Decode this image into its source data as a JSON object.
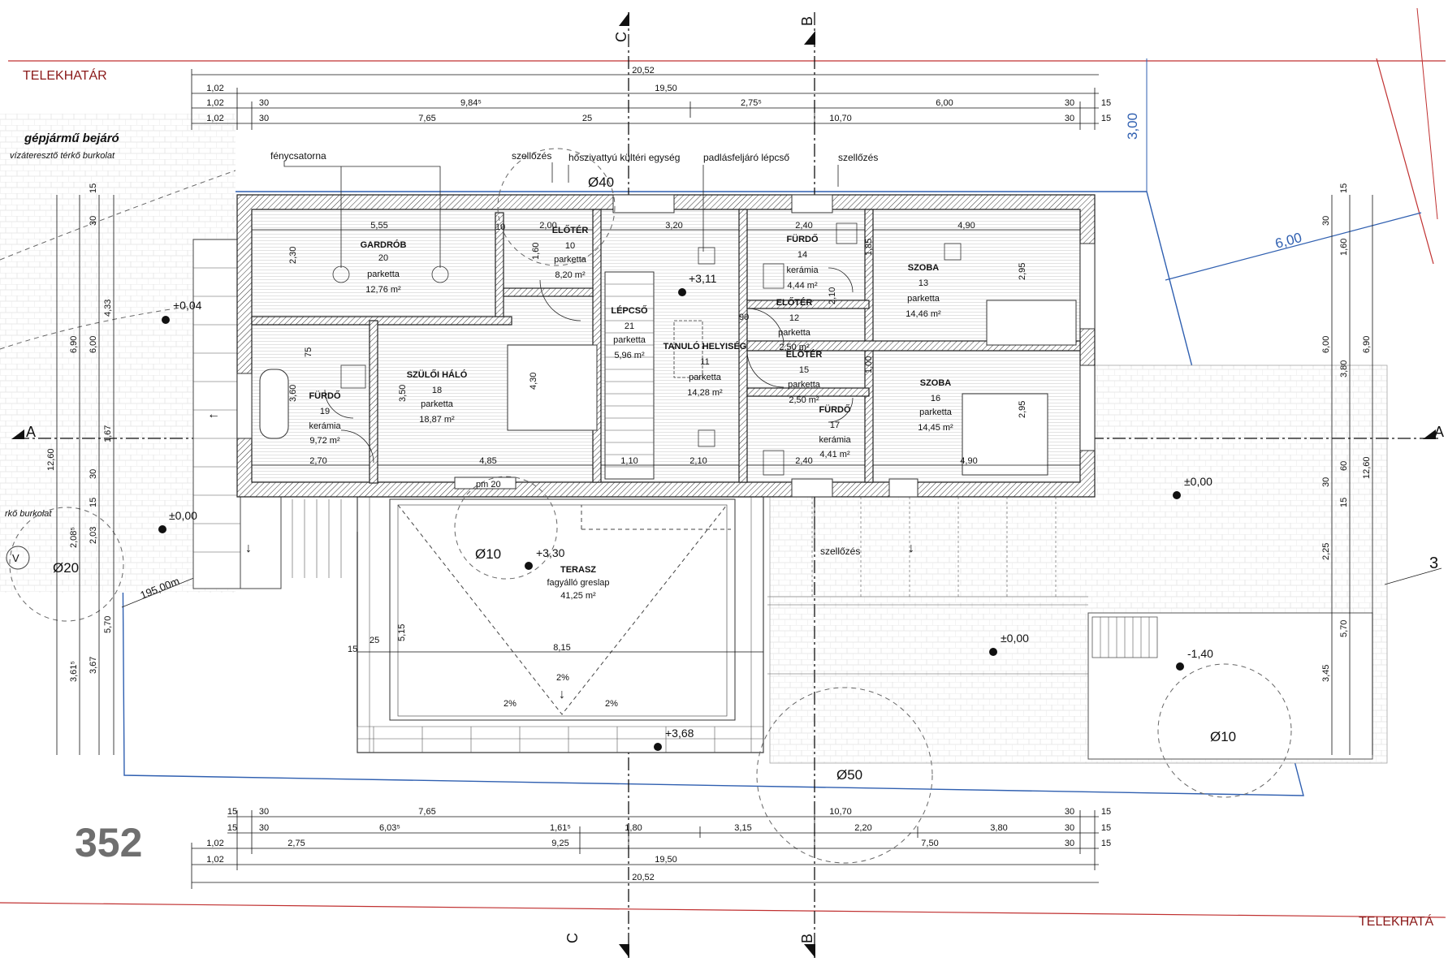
{
  "boundary": {
    "top_label": "TELEKHATÁR",
    "bottom_label": "TELEKHATÁ"
  },
  "lot_number": "352",
  "site": {
    "driveway_title": "gépjármű bejáró",
    "driveway_sub": "vízáteresztő térkő burkolat",
    "paving_partial": "rkő burkolat",
    "distance": "195,00m",
    "setback_top": "3,00",
    "setback_side": "6,00",
    "corner_mark": "3"
  },
  "sections": {
    "a": "A",
    "b": "B",
    "c": "C"
  },
  "annotations": {
    "light_gutter": "fénycsatorna",
    "vent": "szellőzés",
    "heat_pump": "hőszivattyú kültéri egység",
    "attic_stair": "padlásfeljáró lépcső"
  },
  "rooms": [
    {
      "name": "GARDRÓB",
      "num": "20",
      "floor": "parketta",
      "area": "12,76 m²"
    },
    {
      "name": "ELŐTÉR",
      "num": "10",
      "floor": "parketta",
      "area": "8,20 m²"
    },
    {
      "name": "FÜRDŐ",
      "num": "14",
      "floor": "kerámia",
      "area": "4,44 m²"
    },
    {
      "name": "SZOBA",
      "num": "13",
      "floor": "parketta",
      "area": "14,46 m²"
    },
    {
      "name": "LÉPCSŐ",
      "num": "21",
      "floor": "parketta",
      "area": "5,96 m²"
    },
    {
      "name": "ELŐTÉR",
      "num": "12",
      "floor": "parketta",
      "area": "2,50 m²"
    },
    {
      "name": "SZÜLŐI HÁLÓ",
      "num": "18",
      "floor": "parketta",
      "area": "18,87 m²"
    },
    {
      "name": "TANULÓ HELYISÉG",
      "num": "11",
      "floor": "parketta",
      "area": "14,28 m²"
    },
    {
      "name": "ELŐTÉR",
      "num": "15",
      "floor": "parketta",
      "area": "2,50 m²"
    },
    {
      "name": "SZOBA",
      "num": "16",
      "floor": "parketta",
      "area": "14,45 m²"
    },
    {
      "name": "FÜRDŐ",
      "num": "19",
      "floor": "kerámia",
      "area": "9,72 m²"
    },
    {
      "name": "FÜRDŐ",
      "num": "17",
      "floor": "kerámia",
      "area": "4,41 m²"
    },
    {
      "name": "TERASZ",
      "num": "",
      "floor": "fagyálló greslap",
      "area": "41,25 m²"
    }
  ],
  "levels": [
    "+0,04",
    "+3,11",
    "±0,00",
    "+3,30",
    "±0,00",
    "±0,00",
    "-1,40",
    "+3,68"
  ],
  "trees": [
    "Ø40",
    "Ø20",
    "Ø10",
    "Ø50",
    "Ø10"
  ],
  "slopes": [
    "2%",
    "2%",
    "2%"
  ],
  "dims_top": {
    "row1": [
      "20,52"
    ],
    "row2": [
      "1,02",
      "19,50"
    ],
    "row3": [
      "1,02",
      "30",
      "9,84⁵",
      "2,75⁵",
      "6,00",
      "30",
      "15"
    ],
    "row4": [
      "1,02",
      "30",
      "7,65",
      "25",
      "10,70",
      "30",
      "15"
    ]
  },
  "dims_bottom": {
    "row1": [
      "15",
      "30",
      "7,65",
      "10,70",
      "30",
      "15"
    ],
    "row2": [
      "15",
      "30",
      "6,03⁵",
      "1,61⁵",
      "1,80",
      "3,15",
      "2,20",
      "3,80",
      "30",
      "15"
    ],
    "row3": [
      "1,02",
      "2,75",
      "9,25",
      "7,50",
      "30",
      "15"
    ],
    "row4": [
      "1,02",
      "19,50"
    ],
    "row5": [
      "20,52"
    ]
  },
  "dims_left": [
    "15",
    "30",
    "6,90",
    "6,00",
    "4,33",
    "12,60",
    "1,67",
    "30",
    "15",
    "2,08⁵",
    "2,03",
    "5,70",
    "3,61⁵",
    "3,67"
  ],
  "dims_right": [
    "30",
    "15",
    "1,60",
    "6,00",
    "6,90",
    "3,80",
    "12,60",
    "60",
    "30",
    "15",
    "2,25",
    "5,70",
    "3,45"
  ],
  "dims_inner": [
    "5,55",
    "2,00",
    "3,20",
    "2,40",
    "4,90",
    "2,30",
    "4,30",
    "3,50",
    "3,60",
    "2,95",
    "2,95",
    "1,85",
    "1,00",
    "4,85",
    "2,70",
    "1,10",
    "2,10",
    "2,40",
    "4,90",
    "8,15",
    "5,15",
    "25",
    "15",
    "90",
    "75",
    "10",
    "pm 20",
    "2,10",
    "1,60"
  ]
}
